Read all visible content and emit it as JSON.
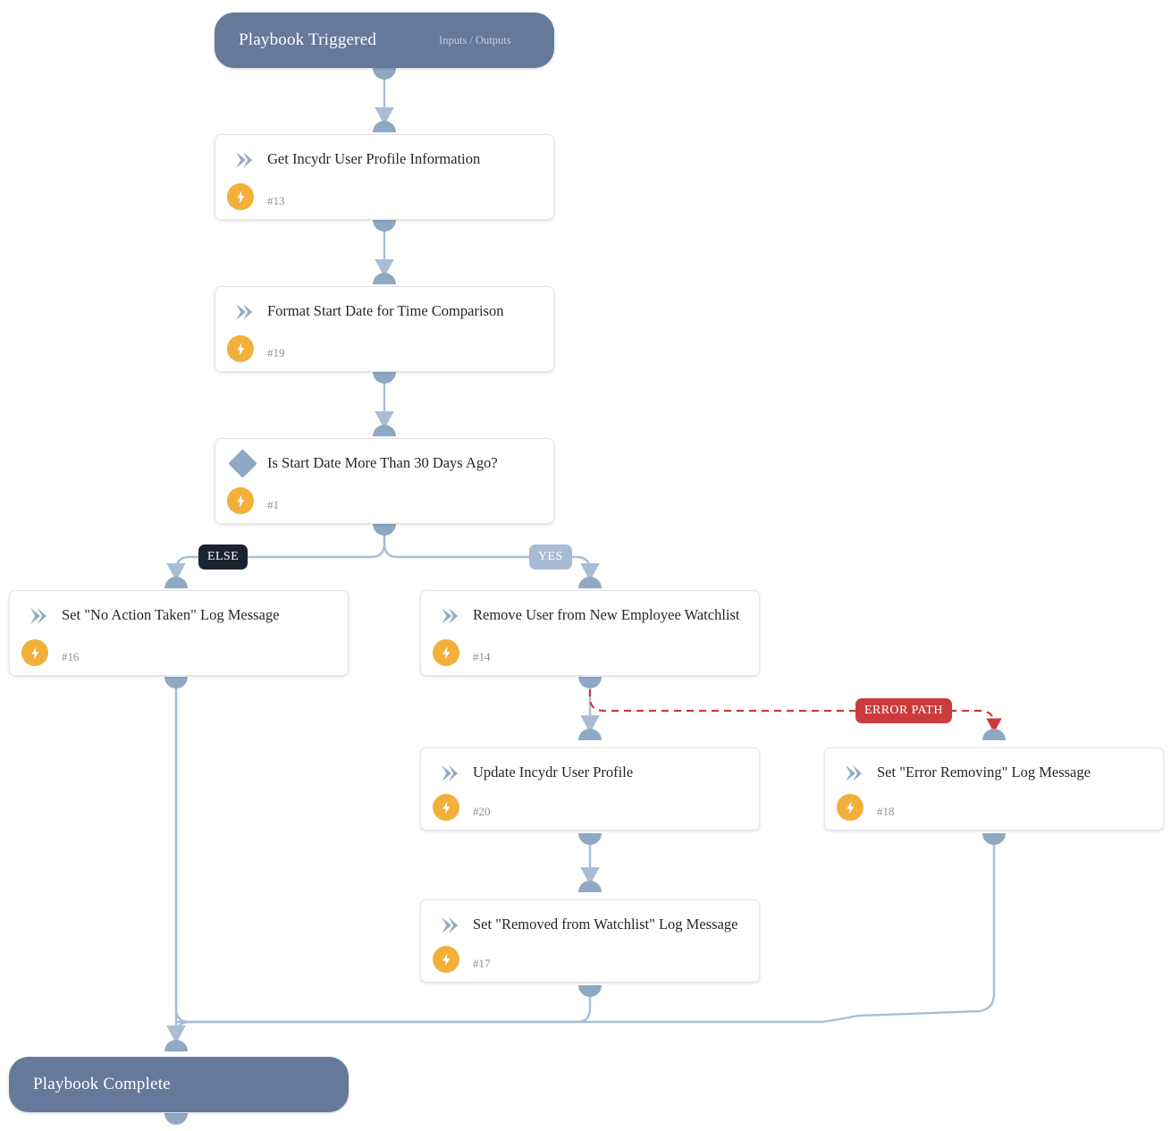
{
  "colors": {
    "terminal": "#65799b",
    "port": "#8fa9c4",
    "edge": "#a8bed4",
    "badge": "#f2b03b",
    "error": "#cc3b3b",
    "else_label_bg": "#1b2230",
    "yes_label_bg": "#a7bcd4",
    "card_bg": "#ffffff",
    "canvas_bg": "#ffffff"
  },
  "terminals": {
    "start": {
      "title": "Playbook Triggered",
      "subtitle": "Inputs / Outputs"
    },
    "end": {
      "title": "Playbook Complete"
    }
  },
  "branch_labels": {
    "else": "ELSE",
    "yes": "YES",
    "error": "ERROR PATH"
  },
  "icons": {
    "action": "chevron-right-icon",
    "decision": "diamond-icon",
    "badge": "lightning-bolt-icon"
  },
  "nodes": [
    {
      "id": "n13",
      "title": "Get Incydr User Profile Information",
      "number": "#13",
      "type": "action"
    },
    {
      "id": "n19",
      "title": "Format Start Date for Time Comparison",
      "number": "#19",
      "type": "action"
    },
    {
      "id": "n1",
      "title": "Is Start Date More Than 30 Days Ago?",
      "number": "#1",
      "type": "decision"
    },
    {
      "id": "n16",
      "title": "Set \"No Action Taken\" Log Message",
      "number": "#16",
      "type": "action"
    },
    {
      "id": "n14",
      "title": "Remove User from New Employee Watchlist",
      "number": "#14",
      "type": "action"
    },
    {
      "id": "n20",
      "title": "Update Incydr User Profile",
      "number": "#20",
      "type": "action"
    },
    {
      "id": "n18",
      "title": "Set \"Error Removing\" Log Message",
      "number": "#18",
      "type": "action"
    },
    {
      "id": "n17",
      "title": "Set \"Removed from Watchlist\" Log Message",
      "number": "#17",
      "type": "action"
    }
  ]
}
